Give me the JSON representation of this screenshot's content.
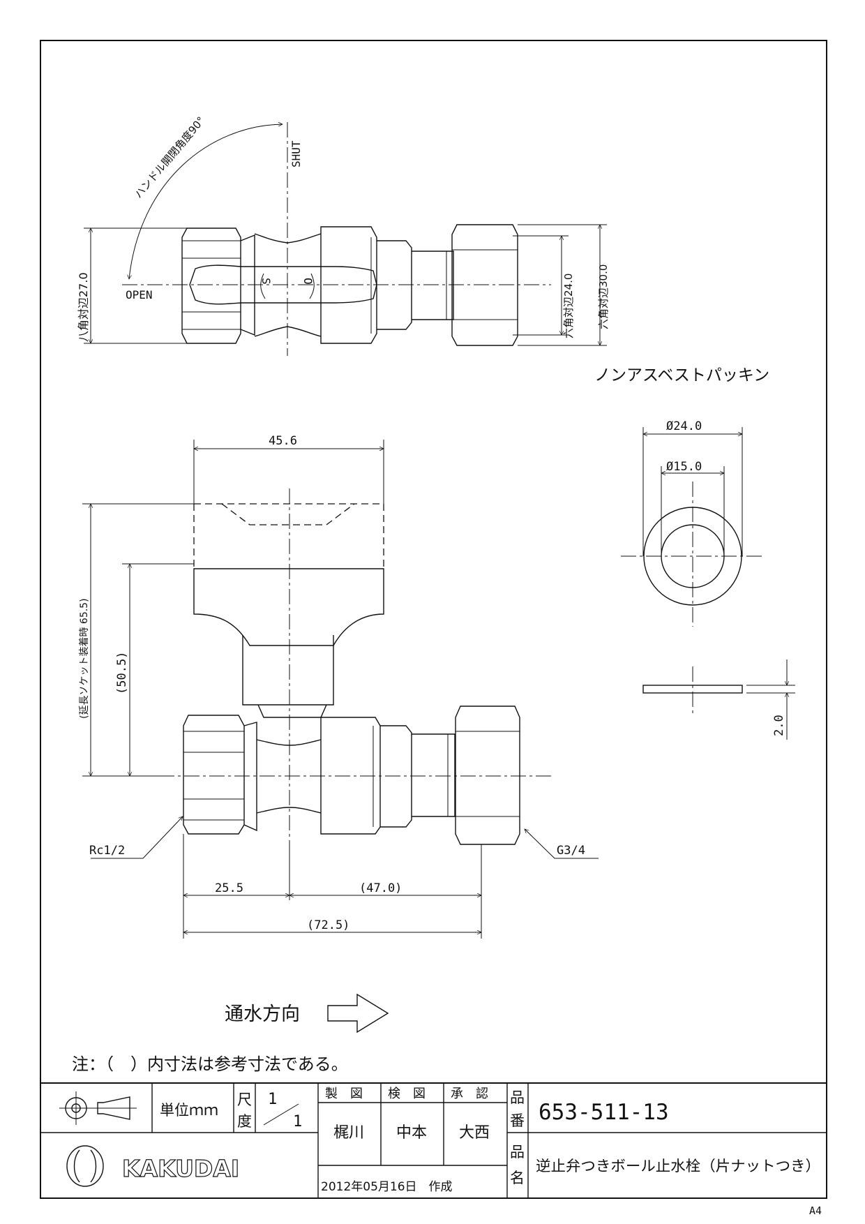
{
  "drawing": {
    "top_view": {
      "shut_label": "SHUT",
      "open_label": "OPEN",
      "handle_angle_label": "ハンドル開閉角度90°",
      "octagon_label": "八角対辺27.0",
      "hex_label_1": "六角対辺24.0",
      "hex_label_2": "六角対辺30.0",
      "s_mark": "S",
      "o_mark": "O"
    },
    "gasket": {
      "title": "ノンアスベストパッキン",
      "outer_dia": "Ø24.0",
      "inner_dia": "Ø15.0",
      "thickness": "2.0"
    },
    "front_view": {
      "handle_width": "45.6",
      "ext_height": "(延長ソケット装着時 65.5)",
      "height": "(50.5)",
      "inlet_thread": "Rc1/2",
      "outlet_thread": "G3/4",
      "dim_left": "25.5",
      "dim_right": "(47.0)",
      "dim_total": "(72.5)"
    },
    "flow_label": "通水方向",
    "note": "注：（　）内寸法は参考寸法である。",
    "sheet_size": "A4"
  },
  "title_block": {
    "unit_label": "単位ｍｍ",
    "scale_label_1": "尺",
    "scale_label_2": "度",
    "scale_num": "1",
    "scale_den": "1",
    "drawn_header": "製　図",
    "checked_header": "検　図",
    "approved_header": "承　認",
    "drawn_by": "梶川",
    "checked_by": "中本",
    "approved_by": "大西",
    "date": "2012年05月16日　作成",
    "part_no_label_1": "品",
    "part_no_label_2": "番",
    "part_no": "653-511-13",
    "name_label_1": "品",
    "name_label_2": "名",
    "part_name": "逆止弁つきボール止水栓（片ナットつき）",
    "brand": "KAKUDAI"
  }
}
